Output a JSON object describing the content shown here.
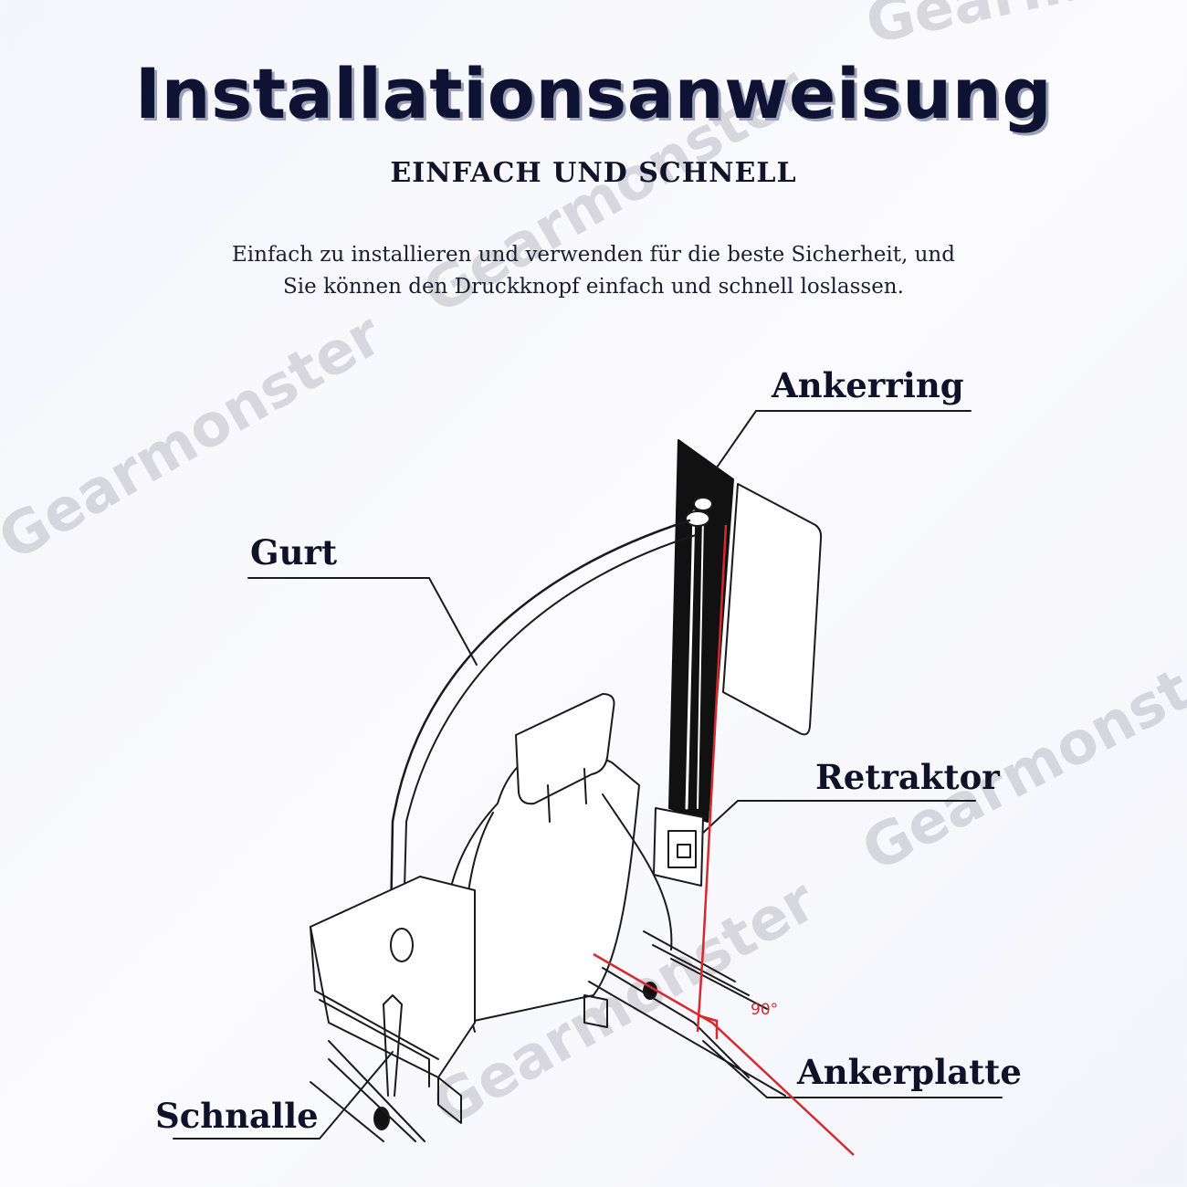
{
  "title": "Installationsanweisung",
  "subtitle": "EINFACH UND SCHNELL",
  "description": {
    "line1": "Einfach zu installieren und verwenden für die beste Sicherheit, und",
    "line2": "Sie können den Druckknopf einfach und schnell loslassen."
  },
  "labels": {
    "anchor_ring": "Ankerring",
    "belt": "Gurt",
    "retractor": "Retraktor",
    "anchor_plate": "Ankerplatte",
    "buckle": "Schnalle"
  },
  "angle_label": "90°",
  "watermark": "Gearmonster",
  "colors": {
    "title": "#0f1333",
    "accent_red": "#d7282f",
    "line": "#1a1a1a"
  }
}
